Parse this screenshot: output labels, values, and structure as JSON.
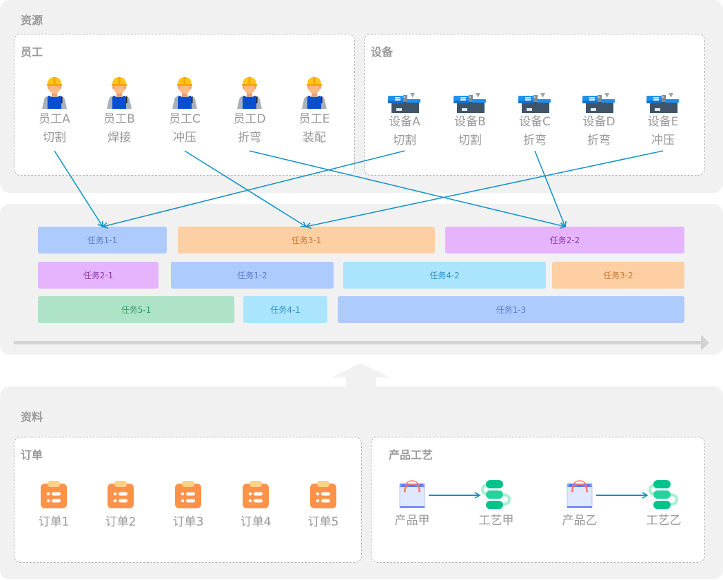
{
  "resources": {
    "title": "资源",
    "staff": {
      "title": "员工",
      "items": [
        {
          "name": "员工A",
          "skill": "切割"
        },
        {
          "name": "员工B",
          "skill": "焊接"
        },
        {
          "name": "员工C",
          "skill": "冲压"
        },
        {
          "name": "员工D",
          "skill": "折弯"
        },
        {
          "name": "员工E",
          "skill": "装配"
        }
      ]
    },
    "equipment": {
      "title": "设备",
      "items": [
        {
          "name": "设备A",
          "skill": "切割"
        },
        {
          "name": "设备B",
          "skill": "切割"
        },
        {
          "name": "设备C",
          "skill": "折弯"
        },
        {
          "name": "设备D",
          "skill": "折弯"
        },
        {
          "name": "设备E",
          "skill": "冲压"
        }
      ]
    }
  },
  "schedule": {
    "rows": [
      [
        {
          "label": "任务1-1",
          "color": "blue"
        },
        {
          "label": "任务3-1",
          "color": "orange"
        },
        {
          "label": "任务2-2",
          "color": "purple"
        }
      ],
      [
        {
          "label": "任务2-1",
          "color": "purple"
        },
        {
          "label": "任务1-2",
          "color": "blue"
        },
        {
          "label": "任务4-2",
          "color": "cyan"
        },
        {
          "label": "任务3-2",
          "color": "orange"
        }
      ],
      [
        {
          "label": "任务5-1",
          "color": "green"
        },
        {
          "label": "任务4-1",
          "color": "cyan"
        },
        {
          "label": "任务1-3",
          "color": "blue"
        }
      ]
    ],
    "assignments": [
      {
        "from": "员工A",
        "to": "任务1-1"
      },
      {
        "from": "设备A",
        "to": "任务1-1"
      },
      {
        "from": "员工C",
        "to": "任务3-1"
      },
      {
        "from": "设备E",
        "to": "任务3-1"
      },
      {
        "from": "员工D",
        "to": "任务2-2"
      },
      {
        "from": "设备C",
        "to": "任务2-2"
      }
    ]
  },
  "palette": {
    "blue": {
      "bg": "#adcbfd",
      "fg": "#5b7cc7"
    },
    "orange": {
      "bg": "#fdcfa2",
      "fg": "#c77a32"
    },
    "purple": {
      "bg": "#e6b4fc",
      "fg": "#8a3aa8"
    },
    "cyan": {
      "bg": "#abe4fd",
      "fg": "#2e8fc4"
    },
    "green": {
      "bg": "#aee3c8",
      "fg": "#2b9a5c"
    },
    "link": "#1496c8"
  },
  "materials": {
    "title": "资料",
    "orders": {
      "title": "订单",
      "items": [
        "订单1",
        "订单2",
        "订单3",
        "订单4",
        "订单5"
      ]
    },
    "process": {
      "title": "产品工艺",
      "pairs": [
        {
          "product": "产品甲",
          "process": "工艺甲"
        },
        {
          "product": "产品乙",
          "process": "工艺乙"
        }
      ]
    }
  }
}
